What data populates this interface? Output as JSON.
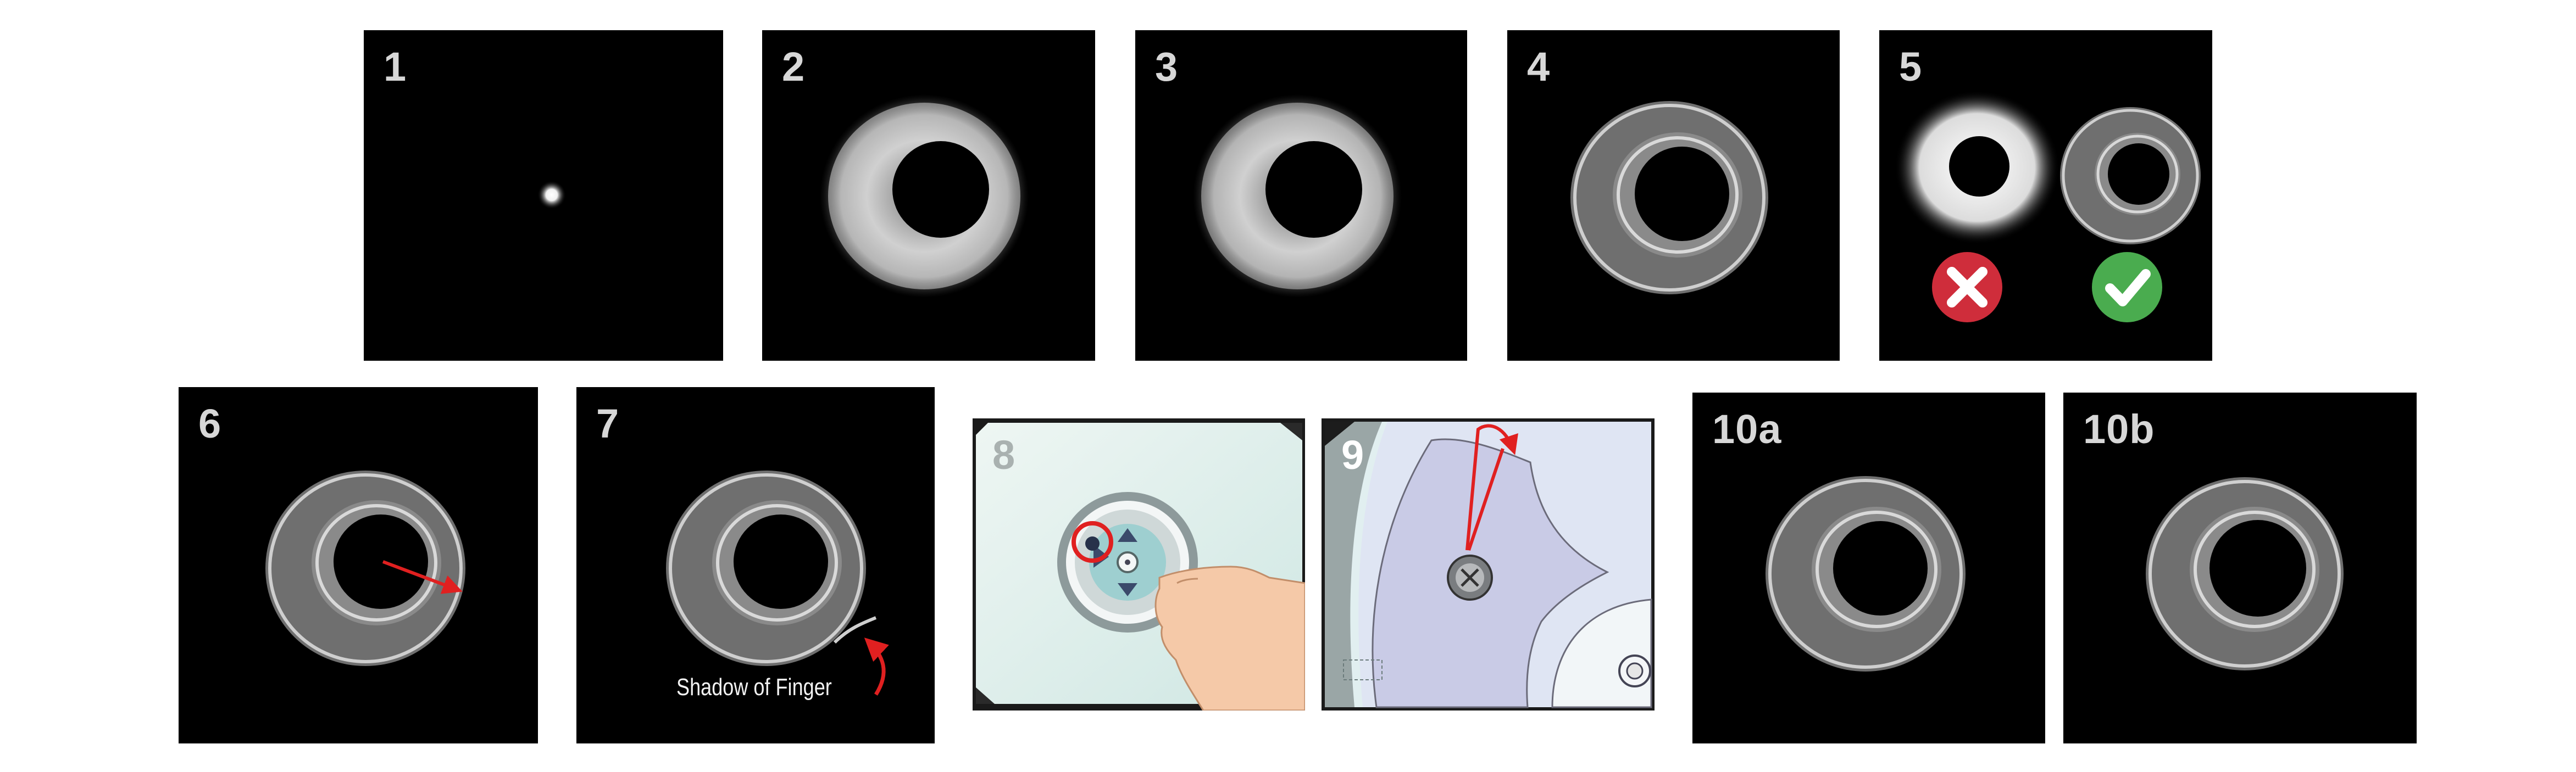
{
  "panels": {
    "p1": {
      "label": "1"
    },
    "p2": {
      "label": "2"
    },
    "p3": {
      "label": "3"
    },
    "p4": {
      "label": "4"
    },
    "p5": {
      "label": "5"
    },
    "p6": {
      "label": "6"
    },
    "p7": {
      "label": "7",
      "caption": "Shadow of Finger"
    },
    "p8": {
      "label": "8"
    },
    "p9": {
      "label": "9"
    },
    "p10a": {
      "label": "10a"
    },
    "p10b": {
      "label": "10b"
    }
  },
  "status_icons": {
    "incorrect": {
      "icon": "x-mark-icon",
      "color": "#cf2d3b"
    },
    "correct": {
      "icon": "check-mark-icon",
      "color": "#4aac4f"
    }
  },
  "colors": {
    "panel_background": "#000000",
    "annotation_arrow": "#e02020"
  }
}
